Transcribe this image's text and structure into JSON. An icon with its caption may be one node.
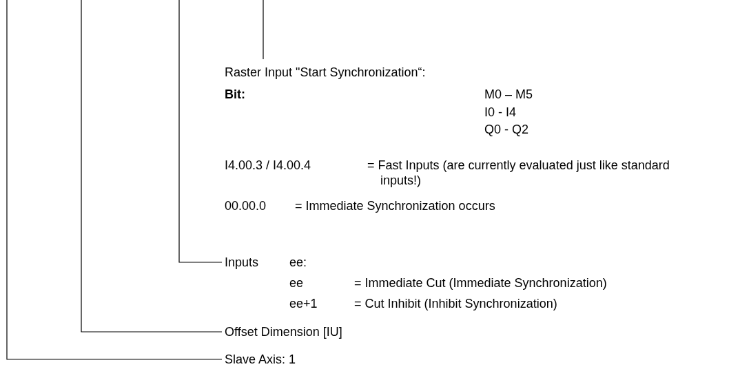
{
  "diagram": {
    "nodes": [
      {
        "text": [
          "Raster Input \"Start Synchronization“:",
          "Bit:",
          "M0 – M5",
          "I0 - I4",
          "Q0 - Q2",
          "I4.00.3 / I4.00.4",
          "= Fast Inputs (are currently evaluated just like standard inputs!)",
          "00.00.0",
          "= Immediate Synchronization occurs"
        ]
      },
      {
        "text": [
          "Inputs",
          "ee:",
          "ee",
          "= Immediate Cut (Immediate Synchronization)",
          "ee+1",
          "= Cut Inhibit (Inhibit Synchronization)"
        ]
      },
      {
        "text": [
          "Offset Dimension [IU]"
        ]
      },
      {
        "text": [
          "Slave Axis: 1"
        ]
      }
    ],
    "edges": [
      {
        "from": null,
        "to": 0,
        "arrow": "none"
      },
      {
        "from": null,
        "to": 1,
        "arrow": "none"
      },
      {
        "from": null,
        "to": 2,
        "arrow": "none"
      },
      {
        "from": null,
        "to": 3,
        "arrow": "none"
      }
    ]
  }
}
